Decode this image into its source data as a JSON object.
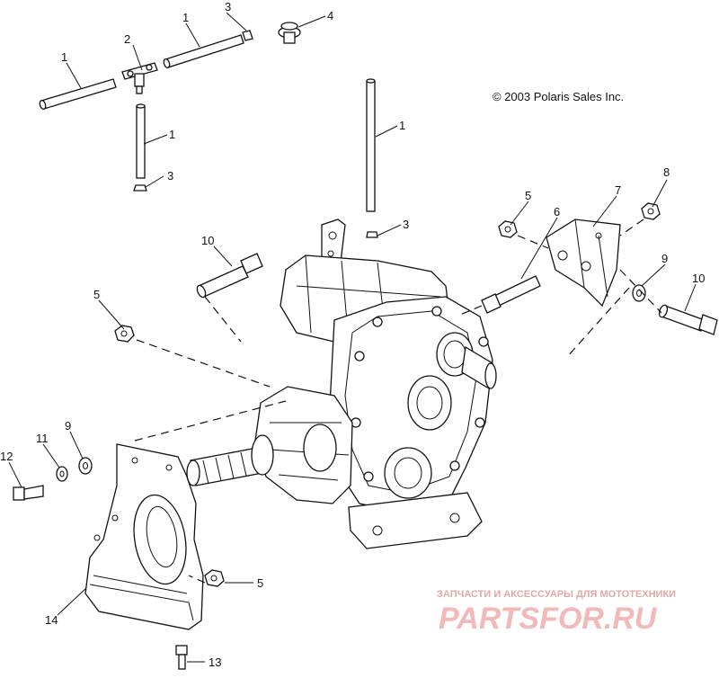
{
  "copyright": "© 2003 Polaris Sales Inc.",
  "watermark": {
    "tagline": "ЗАПЧАСТИ И АКСЕССУАРЫ ДЛЯ МОТОТЕХНИКИ",
    "logo": "PARTSFOR.RU",
    "colors": {
      "tagline": "#e4a7a7",
      "logo": "#f3b9b9"
    }
  },
  "callouts": {
    "c1a": "1",
    "c1b": "1",
    "c1c": "1",
    "c1d": "1",
    "c2": "2",
    "c3a": "3",
    "c3b": "3",
    "c3c": "3",
    "c4": "4",
    "c5a": "5",
    "c5b": "5",
    "c5c": "5",
    "c6": "6",
    "c7": "7",
    "c8": "8",
    "c9a": "9",
    "c9b": "9",
    "c10a": "10",
    "c10b": "10",
    "c11": "11",
    "c12": "12",
    "c13": "13",
    "c14": "14"
  }
}
